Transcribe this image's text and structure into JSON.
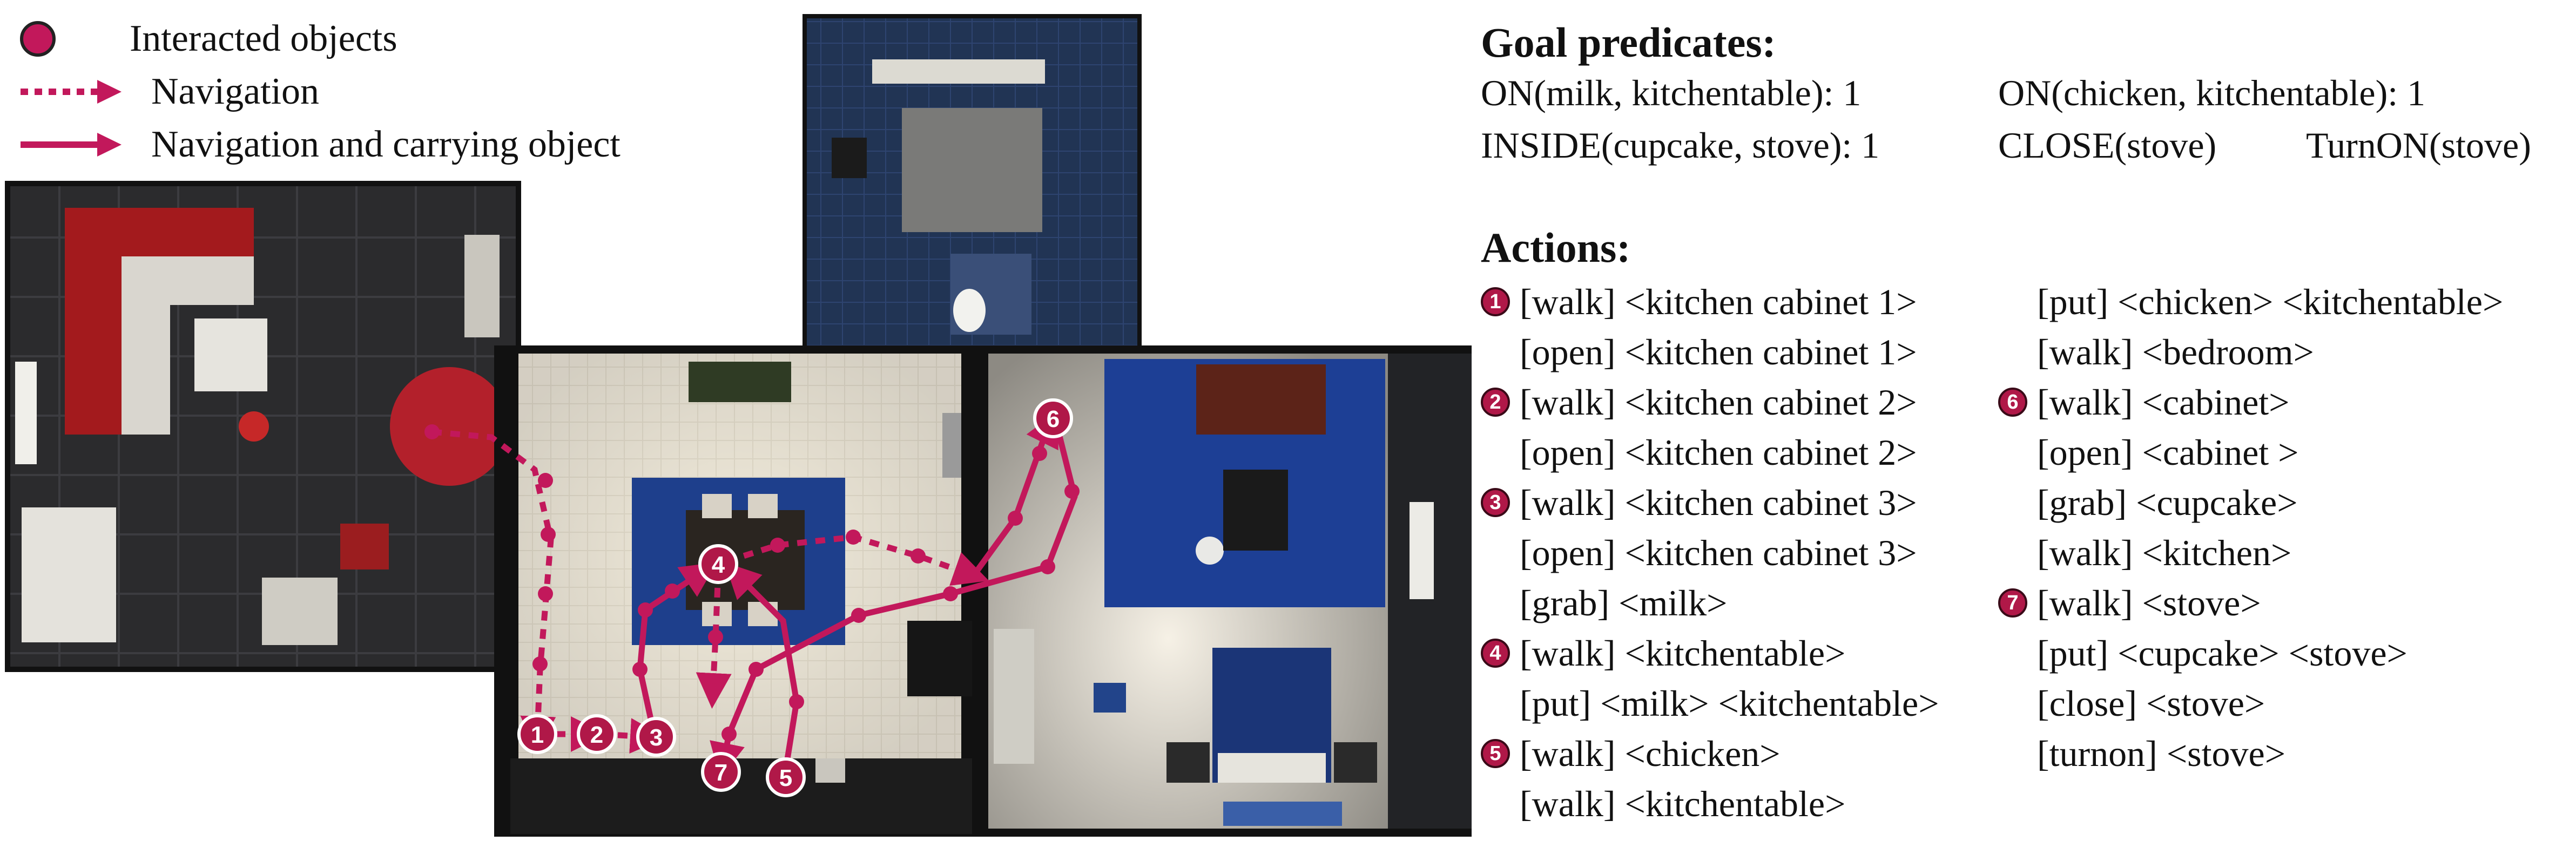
{
  "legend": {
    "interacted_label": "Interacted objects",
    "navigation_label": "Navigation",
    "carrying_label": "Navigation and carrying object"
  },
  "colors": {
    "accent": "#c2185b",
    "badge": "#b01848",
    "text": "#111111"
  },
  "waypoint_labels": [
    "1",
    "2",
    "3",
    "4",
    "5",
    "6",
    "7"
  ],
  "goal": {
    "title": "Goal predicates:",
    "predicates": [
      "ON(milk, kitchentable): 1",
      "ON(chicken, kitchentable): 1",
      "INSIDE(cupcake, stove): 1",
      "CLOSE(stove)",
      "TurnON(stove)"
    ]
  },
  "actions": {
    "title": "Actions:",
    "left": [
      {
        "badge": "1",
        "text": "[walk] <kitchen cabinet 1>"
      },
      {
        "badge": "",
        "text": "[open] <kitchen cabinet 1>"
      },
      {
        "badge": "2",
        "text": "[walk] <kitchen cabinet 2>"
      },
      {
        "badge": "",
        "text": "[open] <kitchen cabinet 2>"
      },
      {
        "badge": "3",
        "text": "[walk] <kitchen cabinet 3>"
      },
      {
        "badge": "",
        "text": "[open] <kitchen cabinet 3>"
      },
      {
        "badge": "",
        "text": "[grab] <milk>"
      },
      {
        "badge": "4",
        "text": "[walk] <kitchentable>"
      },
      {
        "badge": "",
        "text": "[put] <milk> <kitchentable>"
      },
      {
        "badge": "5",
        "text": "[walk] <chicken>"
      },
      {
        "badge": "",
        "text": "[walk] <kitchentable>"
      }
    ],
    "right": [
      {
        "badge": "",
        "text": "[put] <chicken> <kitchentable>"
      },
      {
        "badge": "",
        "text": "[walk] <bedroom>"
      },
      {
        "badge": "6",
        "text": "[walk] <cabinet>"
      },
      {
        "badge": "",
        "text": "[open] <cabinet >"
      },
      {
        "badge": "",
        "text": "[grab] <cupcake>"
      },
      {
        "badge": "",
        "text": "[walk] <kitchen>"
      },
      {
        "badge": "7",
        "text": "[walk] <stove>"
      },
      {
        "badge": "",
        "text": "[put] <cupcake> <stove>"
      },
      {
        "badge": "",
        "text": "[close] <stove>"
      },
      {
        "badge": "",
        "text": "[turnon] <stove>"
      }
    ]
  }
}
